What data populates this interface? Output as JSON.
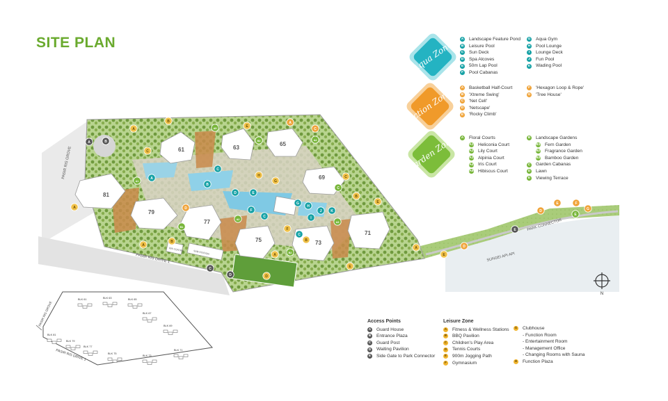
{
  "title": "SITE PLAN",
  "zones": [
    {
      "name": "Aqua Zone",
      "color": "#24b3c2",
      "light": "#a9e4ea"
    },
    {
      "name": "Action Zone",
      "color": "#f09a2a",
      "light": "#f8d09a"
    },
    {
      "name": "Garden Zone",
      "color": "#7cbd3a",
      "light": "#c9e6a4"
    }
  ],
  "aqua_col1": [
    {
      "k": "A",
      "t": "Landscape Feature Pond"
    },
    {
      "k": "B",
      "t": "Leisure Pool"
    },
    {
      "k": "C",
      "t": "Sun Deck"
    },
    {
      "k": "D",
      "t": "Spa Alcoves"
    },
    {
      "k": "E",
      "t": "50m Lap Pool"
    },
    {
      "k": "F",
      "t": "Pool Cabanas"
    }
  ],
  "aqua_col2": [
    {
      "k": "G",
      "t": "Aqua Gym"
    },
    {
      "k": "H",
      "t": "Pool Lounge"
    },
    {
      "k": "I",
      "t": "Lounge Deck"
    },
    {
      "k": "J",
      "t": "Fun Pool"
    },
    {
      "k": "K",
      "t": "Wading Pool"
    }
  ],
  "action_col1": [
    {
      "k": "A",
      "t": "Basketball Half-Court"
    },
    {
      "k": "B",
      "t": "'Xtreme Swing'"
    },
    {
      "k": "C",
      "t": "'Net Cell'"
    },
    {
      "k": "D",
      "t": "'Netscape'"
    },
    {
      "k": "E",
      "t": "'Rocky Climb'"
    }
  ],
  "action_col2": [
    {
      "k": "F",
      "t": "'Hexagon Loop & Rope'"
    },
    {
      "k": "G",
      "t": "'Tree House'"
    }
  ],
  "garden_col1": [
    {
      "k": "A",
      "t": "Floral Courts",
      "sub": false
    },
    {
      "k": "A1",
      "t": "Heliconia Court",
      "sub": true
    },
    {
      "k": "A2",
      "t": "Lily Court",
      "sub": true
    },
    {
      "k": "A3",
      "t": "Alpinia Court",
      "sub": true
    },
    {
      "k": "A4",
      "t": "Iris Court",
      "sub": true
    },
    {
      "k": "A5",
      "t": "Hibiscus Court",
      "sub": true
    }
  ],
  "garden_col2": [
    {
      "k": "B",
      "t": "Landscape Gardens",
      "sub": false
    },
    {
      "k": "B1",
      "t": "Fern Garden",
      "sub": true
    },
    {
      "k": "B2",
      "t": "Fragrance Garden",
      "sub": true
    },
    {
      "k": "B3",
      "t": "Bamboo Garden",
      "sub": true
    },
    {
      "k": "C",
      "t": "Garden Cabanas",
      "sub": false
    },
    {
      "k": "D",
      "t": "Lawn",
      "sub": false
    },
    {
      "k": "E",
      "t": "Viewing Terrace",
      "sub": false
    }
  ],
  "access": {
    "title": "Access Points",
    "items": [
      {
        "k": "A",
        "t": "Guard House"
      },
      {
        "k": "B",
        "t": "Entrance Plaza"
      },
      {
        "k": "C",
        "t": "Guard Post"
      },
      {
        "k": "D",
        "t": "Waiting Pavilion"
      },
      {
        "k": "E",
        "t": "Side Gate to Park Connector"
      }
    ]
  },
  "leisure": {
    "title": "Leisure Zone",
    "col1": [
      {
        "k": "A",
        "t": "Fitness & Wellness Stations"
      },
      {
        "k": "B",
        "t": "BBQ Pavilion"
      },
      {
        "k": "C",
        "t": "Children's Play Area"
      },
      {
        "k": "D",
        "t": "Tennis Courts"
      },
      {
        "k": "E",
        "t": "900m Jogging Path"
      },
      {
        "k": "F",
        "t": "Gymnasium"
      }
    ],
    "col2": [
      {
        "k": "G",
        "t": "Clubhouse"
      },
      {
        "k": "",
        "t": "- Function Room"
      },
      {
        "k": "",
        "t": "- Entertainment Room"
      },
      {
        "k": "",
        "t": "- Management Office"
      },
      {
        "k": "",
        "t": "- Changing Rooms with Sauna"
      },
      {
        "k": "H",
        "t": "Function Plaza"
      }
    ]
  },
  "map_labels": {
    "road_left": "PASIR RIS GROVE",
    "road_bottom": "PASIR RIS DRIVE 1",
    "park_connector": "PARK CONNECTOR",
    "river": "SUNGEI API API",
    "north": "N",
    "sub_station": "SUB-STATION",
    "bin_centre": "BIN CENTRE"
  },
  "blocks": [
    "61",
    "63",
    "65",
    "69",
    "81",
    "79",
    "77",
    "75",
    "73",
    "71"
  ],
  "keyplan": {
    "road_left": "PASIR RIS GROVE",
    "road_bottom": "PASIR RIS DRIVE 1",
    "blocks": [
      "BLK 61",
      "BLK 63",
      "BLK 65",
      "BLK 67",
      "BLK 69",
      "BLK 81",
      "BLK 79",
      "BLK 77",
      "BLK 75",
      "BLK 73",
      "BLK 71"
    ]
  }
}
